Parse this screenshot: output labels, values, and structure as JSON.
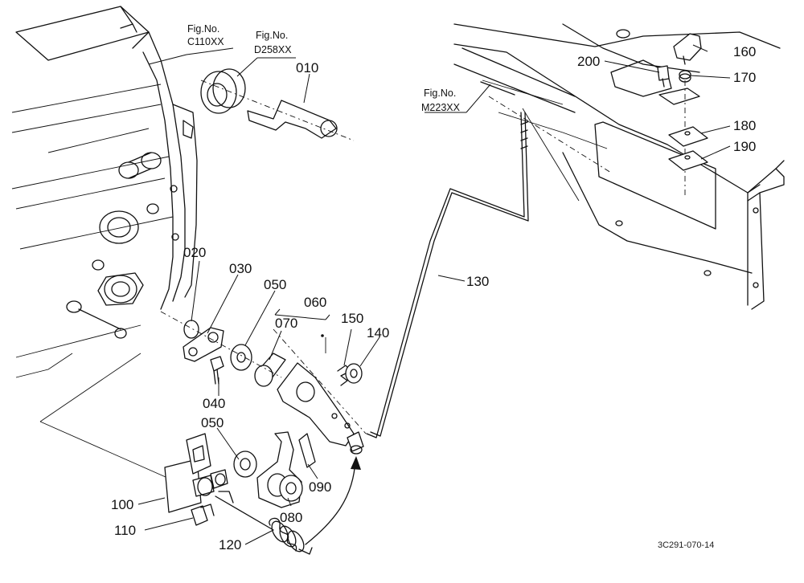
{
  "parts": [
    {
      "id": "010",
      "label": "010"
    },
    {
      "id": "020",
      "label": "020"
    },
    {
      "id": "030",
      "label": "030"
    },
    {
      "id": "040",
      "label": "040"
    },
    {
      "id": "050a",
      "label": "050"
    },
    {
      "id": "050b",
      "label": "050"
    },
    {
      "id": "060",
      "label": "060"
    },
    {
      "id": "070",
      "label": "070"
    },
    {
      "id": "080",
      "label": "080"
    },
    {
      "id": "090",
      "label": "090"
    },
    {
      "id": "100",
      "label": "100"
    },
    {
      "id": "110",
      "label": "110"
    },
    {
      "id": "120",
      "label": "120"
    },
    {
      "id": "130",
      "label": "130"
    },
    {
      "id": "140",
      "label": "140"
    },
    {
      "id": "150",
      "label": "150"
    },
    {
      "id": "160",
      "label": "160"
    },
    {
      "id": "170",
      "label": "170"
    },
    {
      "id": "180",
      "label": "180"
    },
    {
      "id": "190",
      "label": "190"
    },
    {
      "id": "200",
      "label": "200"
    }
  ],
  "figure_refs": [
    {
      "id": "c110",
      "prefix": "Fig.No.",
      "number": "C110XX"
    },
    {
      "id": "d258",
      "prefix": "Fig.No.",
      "number": "D258XX"
    },
    {
      "id": "m223",
      "prefix": "Fig.No.",
      "number": "M223XX"
    }
  ],
  "drawing_code": "3C291-070-14"
}
